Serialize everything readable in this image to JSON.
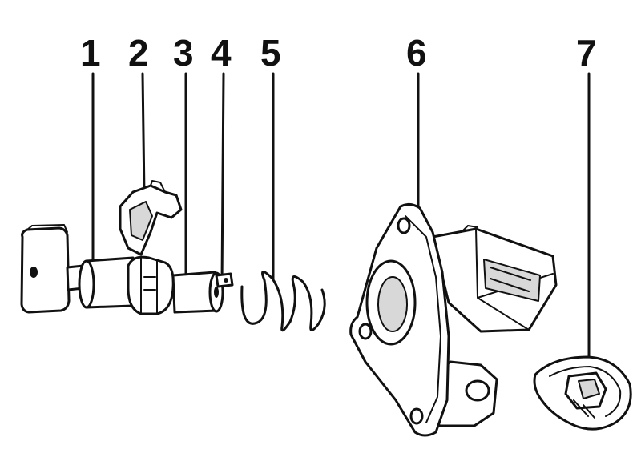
{
  "diagram": {
    "callouts": [
      {
        "id": "1",
        "label": "1"
      },
      {
        "id": "2",
        "label": "2"
      },
      {
        "id": "3",
        "label": "3"
      },
      {
        "id": "4",
        "label": "4"
      },
      {
        "id": "5",
        "label": "5"
      },
      {
        "id": "6",
        "label": "6"
      },
      {
        "id": "7",
        "label": "7"
      }
    ],
    "colors": {
      "ink": "#111111",
      "paper": "#ffffff",
      "shade": "#d8d8d8"
    }
  }
}
